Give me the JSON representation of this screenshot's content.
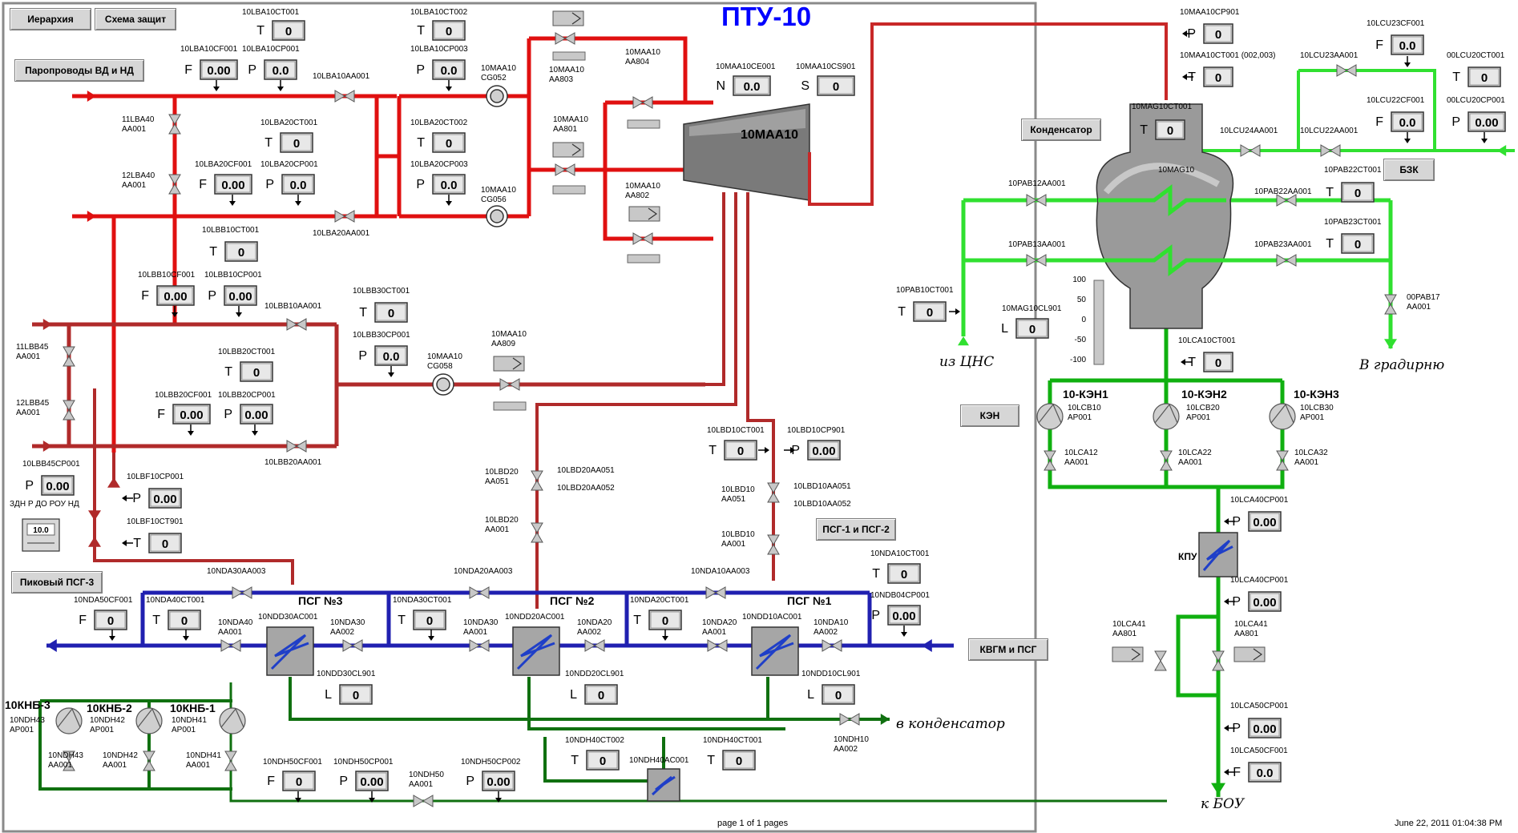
{
  "window": {
    "title": "ПТУ-10",
    "footer_page": "page 1 of 1 pages",
    "footer_date": "June 22, 2011 01:04:38 PM"
  },
  "nav_buttons": [
    {
      "id": "hierarchy",
      "label": "Иерархия"
    },
    {
      "id": "protection",
      "label": "Схема защит"
    },
    {
      "id": "pipelines",
      "label": "Паропроводы ВД и НД"
    },
    {
      "id": "condenser",
      "label": "Конденсатор"
    },
    {
      "id": "bzk",
      "label": "БЗК"
    },
    {
      "id": "ken",
      "label": "КЭН"
    },
    {
      "id": "psg12",
      "label": "ПСГ-1 и ПСГ-2"
    },
    {
      "id": "peak_psg3",
      "label": "Пиковый ПСГ-3"
    },
    {
      "id": "kvgm",
      "label": "КВГМ и ПСГ"
    }
  ],
  "equipment": {
    "turbine": "10MAA10",
    "condenser": "10MAG10",
    "psg3": "ПСГ №3",
    "psg2": "ПСГ №2",
    "psg1": "ПСГ №1",
    "ken1": "10-КЭН1",
    "ken2": "10-КЭН2",
    "ken3": "10-КЭН3",
    "knb3": "10КНБ-3",
    "knb2": "10КНБ-2",
    "knb1": "10КНБ-1",
    "kpu": "КПУ"
  },
  "flow_labels": {
    "from_cns": "из ЦНС",
    "to_tower": "В градирню",
    "to_condenser": "в конденсатор",
    "to_bou": "к БОУ"
  },
  "gauges": [
    {
      "tag": "10LBA10CT001",
      "kind": "T",
      "value": "0"
    },
    {
      "tag": "10LBA10CF001",
      "kind": "F",
      "value": "0.00"
    },
    {
      "tag": "10LBA10CP001",
      "kind": "P",
      "value": "0.0"
    },
    {
      "tag": "10LBA20CT001",
      "kind": "T",
      "value": "0"
    },
    {
      "tag": "10LBA20CF001",
      "kind": "F",
      "value": "0.00"
    },
    {
      "tag": "10LBA20CP001",
      "kind": "P",
      "value": "0.0"
    },
    {
      "tag": "10LBA10CT002",
      "kind": "T",
      "value": "0"
    },
    {
      "tag": "10LBA10CP003",
      "kind": "P",
      "value": "0.0"
    },
    {
      "tag": "10LBA20CT002",
      "kind": "T",
      "value": "0"
    },
    {
      "tag": "10LBA20CP003",
      "kind": "P",
      "value": "0.0"
    },
    {
      "tag": "10MAA10CE001",
      "kind": "N",
      "value": "0.0"
    },
    {
      "tag": "10MAA10CS901",
      "kind": "S",
      "value": "0"
    },
    {
      "tag": "10LBB10CT001",
      "kind": "T",
      "value": "0"
    },
    {
      "tag": "10LBB10CF001",
      "kind": "F",
      "value": "0.00"
    },
    {
      "tag": "10LBB10CP001",
      "kind": "P",
      "value": "0.00"
    },
    {
      "tag": "10LBB30CT001",
      "kind": "T",
      "value": "0"
    },
    {
      "tag": "10LBB30CP001",
      "kind": "P",
      "value": "0.0"
    },
    {
      "tag": "10LBB20CT001",
      "kind": "T",
      "value": "0"
    },
    {
      "tag": "10LBB20CF001",
      "kind": "F",
      "value": "0.00"
    },
    {
      "tag": "10LBB20CP001",
      "kind": "P",
      "value": "0.00"
    },
    {
      "tag": "10LBB45CP001",
      "kind": "P",
      "value": "0.00"
    },
    {
      "tag": "10LBF10CP001",
      "kind": "P",
      "value": "0.00"
    },
    {
      "tag": "10LBF10CT901",
      "kind": "T",
      "value": "0"
    },
    {
      "tag": "10LBD10CT001",
      "kind": "T",
      "value": "0"
    },
    {
      "tag": "10LBD10CP901",
      "kind": "P",
      "value": "0.00"
    },
    {
      "tag": "10NDA50CF001",
      "kind": "F",
      "value": "0"
    },
    {
      "tag": "10NDA40CT001",
      "kind": "T",
      "value": "0"
    },
    {
      "tag": "10NDA30CT001",
      "kind": "T",
      "value": "0"
    },
    {
      "tag": "10NDA20CT001",
      "kind": "T",
      "value": "0"
    },
    {
      "tag": "10NDA10CT001",
      "kind": "T",
      "value": "0"
    },
    {
      "tag": "10NDB04CP001",
      "kind": "P",
      "value": "0.00"
    },
    {
      "tag": "10NDD30CL901",
      "kind": "L",
      "value": "0"
    },
    {
      "tag": "10NDD20CL901",
      "kind": "L",
      "value": "0"
    },
    {
      "tag": "10NDD10CL901",
      "kind": "L",
      "value": "0"
    },
    {
      "tag": "10NDH50CF001",
      "kind": "F",
      "value": "0"
    },
    {
      "tag": "10NDH50CP001",
      "kind": "P",
      "value": "0.00"
    },
    {
      "tag": "10NDH50CP002",
      "kind": "P",
      "value": "0.00"
    },
    {
      "tag": "10NDH40CT002",
      "kind": "T",
      "value": "0"
    },
    {
      "tag": "10NDH40CT001",
      "kind": "T",
      "value": "0"
    },
    {
      "tag": "10MAA10CP901",
      "kind": "P",
      "value": "0"
    },
    {
      "tag": "10MAA10CT001 (002,003)",
      "kind": "T",
      "value": "0"
    },
    {
      "tag": "10MAG10CT001",
      "kind": "T",
      "value": "0"
    },
    {
      "tag": "10LCU23CF001",
      "kind": "F",
      "value": "0.0"
    },
    {
      "tag": "00LCU20CT001",
      "kind": "T",
      "value": "0"
    },
    {
      "tag": "10LCU22CF001",
      "kind": "F",
      "value": "0.0"
    },
    {
      "tag": "00LCU20CP001",
      "kind": "P",
      "value": "0.00"
    },
    {
      "tag": "10PAB22CT001",
      "kind": "T",
      "value": "0"
    },
    {
      "tag": "10PAB23CT001",
      "kind": "T",
      "value": "0"
    },
    {
      "tag": "10PAB10CT001",
      "kind": "T",
      "value": "0"
    },
    {
      "tag": "10MAG10CL901",
      "kind": "L",
      "value": "0"
    },
    {
      "tag": "10LCA10CT001",
      "kind": "T",
      "value": "0"
    },
    {
      "tag": "10LCA40CP001",
      "kind": "P",
      "value": "0.00"
    },
    {
      "tag": "10LCA40CP001",
      "kind": "P",
      "value": "0.00"
    },
    {
      "tag": "10LCA50CP001",
      "kind": "P",
      "value": "0.00"
    },
    {
      "tag": "10LCA50CF001",
      "kind": "F",
      "value": "0.0"
    }
  ],
  "valves": [
    "10LBA10AA001",
    "10LBA20AA001",
    "11LBA40 AA001",
    "12LBA40 AA001",
    "10MAA10 AA803",
    "10MAA10 AA804",
    "10MAA10 AA801",
    "10MAA10 AA802",
    "10LBB10AA001",
    "10LBB20AA001",
    "11LBB45 AA001",
    "12LBB45 AA001",
    "10MAA10 AA809",
    "10LBD20AA051",
    "10LBD20AA052",
    "10LBD20 AA051",
    "10LBD20 AA001",
    "10LBD10AA051",
    "10LBD10AA052",
    "10LBD10 AA051",
    "10LBD10 AA001",
    "10NDA30AA003",
    "10NDA20AA003",
    "10NDA10AA003",
    "10NDA40 AA001",
    "10NDA30 AA002",
    "10NDA30 AA001",
    "10NDA20 AA002",
    "10NDA20 AA001",
    "10NDA10 AA002",
    "10NDH43 AA001",
    "10NDH42 AA001",
    "10NDH41 AA001",
    "10NDH50 AA001",
    "10NDH10 AA002",
    "10PAB12AA001",
    "10PAB13AA001",
    "10PAB22AA001",
    "10PAB23AA001",
    "00PAB17 AA001",
    "10LCU24AA001",
    "10LCU22AA001",
    "10LCU23AA001",
    "10LCA12 AA001",
    "10LCA22 AA001",
    "10LCA32 AA001",
    "10LCA41 AA801"
  ],
  "misc_tags": {
    "cg052": "10MAA10 CG052",
    "cg056": "10MAA10 CG056",
    "cg058": "10MAA10 CG058",
    "knb3_pump": "10NDH43 AP001",
    "knb2_pump": "10NDH42 AP001",
    "knb1_pump": "10NDH41 AP001",
    "ken1_pump": "10LCB10 AP001",
    "ken2_pump": "10LCB20 AP001",
    "ken3_pump": "10LCB30 AP001",
    "psg3_hx": "10NDD30AC001",
    "psg2_hx": "10NDD20AC001",
    "psg1_hx": "10NDD10AC001",
    "ndh_hx": "10NDH40AC001",
    "lbb45_note": "ЗДН Р ДО РОУ НД",
    "lbb45_setpoint": "10.0"
  },
  "level_scale": [
    "100",
    "50",
    "0",
    "-50",
    "-100"
  ],
  "colors": {
    "steam_hp": "#e01010",
    "steam_lp": "#b02a2a",
    "network_water": "#2020b0",
    "condensate": "#10b010",
    "cooling_water": "#30e030",
    "drain": "#107010",
    "title": "#0000ff"
  }
}
